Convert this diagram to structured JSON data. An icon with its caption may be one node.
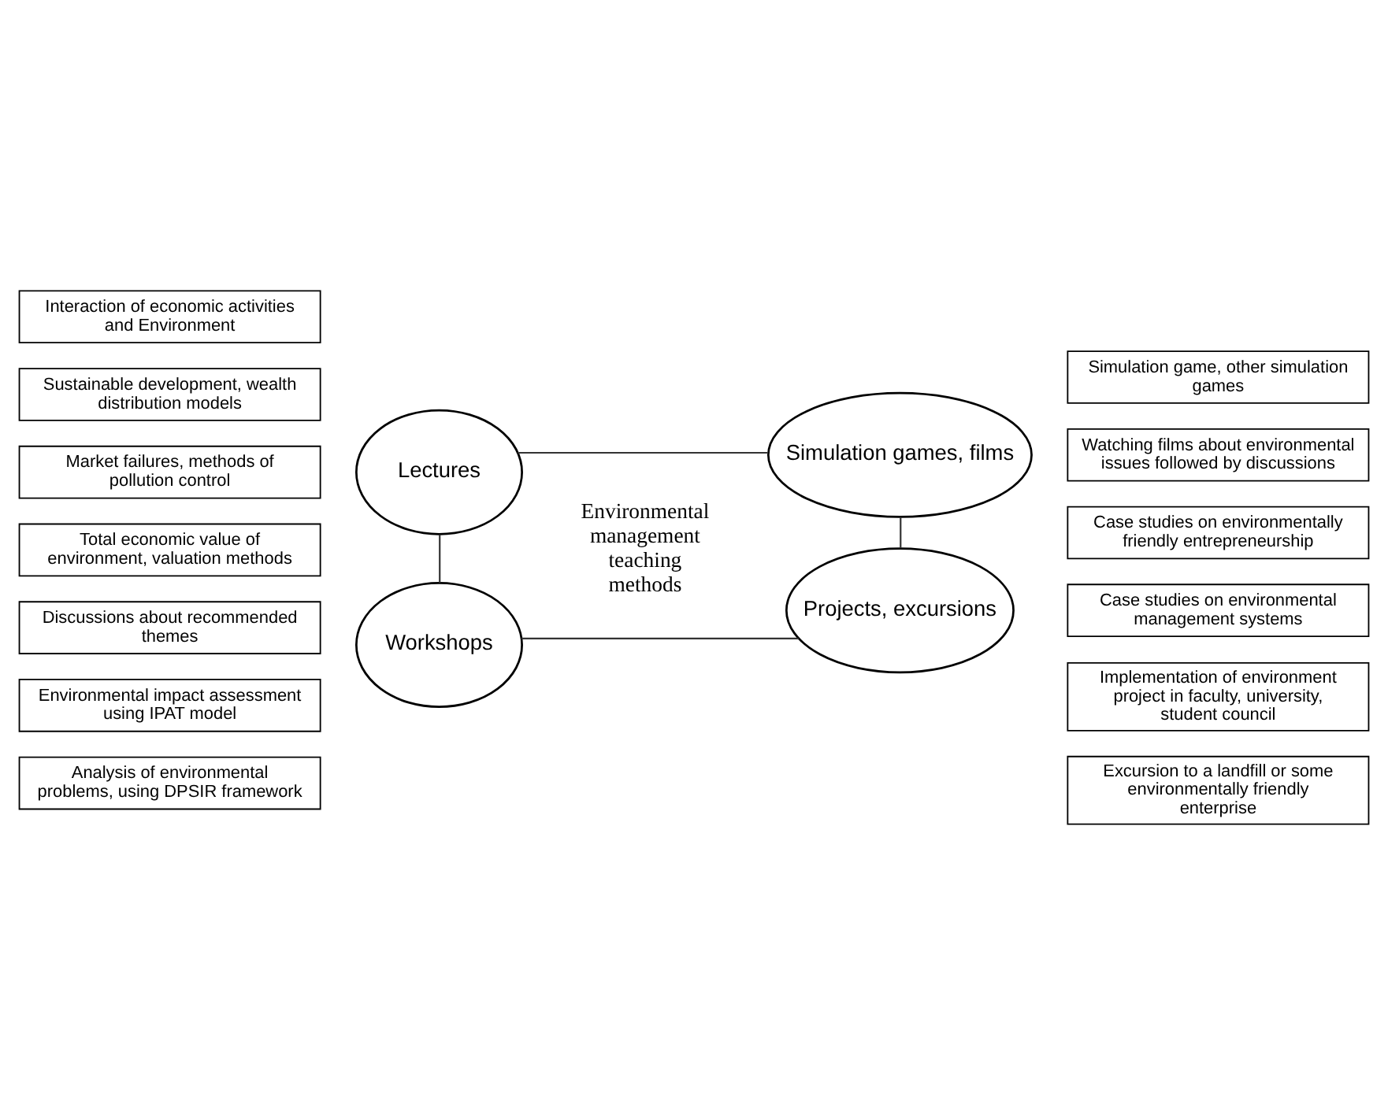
{
  "diagram": {
    "nodes": [
      {
        "text": [
          "Lectures"
        ]
      },
      {
        "text": [
          "Interaction of economic activities and Environment"
        ]
      },
      {
        "text": [
          "Sustainable development, wealth distribution models"
        ]
      },
      {
        "text": [
          "Market failures, methods of pollution control"
        ]
      },
      {
        "text": [
          "Total economic value of environment, valuation methods"
        ]
      },
      {
        "text": [
          "Simulation games, films"
        ]
      },
      {
        "text": [
          "Simulation game, other simulation games"
        ]
      },
      {
        "text": [
          "Watching films about environmental issues followed by discussions"
        ]
      },
      {
        "text": [
          "Workshops"
        ]
      },
      {
        "text": [
          "Discussions about recommended themes"
        ]
      },
      {
        "text": [
          "Environmental impact assessment using IPAT model"
        ]
      },
      {
        "text": [
          "Analysis of environmental problems, using DPSIR framework"
        ]
      },
      {
        "text": [
          "Projects, excursions"
        ]
      },
      {
        "text": [
          "Case studies on environmentally friendly entrepreneurship"
        ]
      },
      {
        "text": [
          "Case studies on environmental management systems"
        ]
      },
      {
        "text": [
          "Implementation of environment project in faculty, university, student council"
        ]
      },
      {
        "text": [
          "Excursion to a landfill or some environmentally friendly enterprise"
        ]
      }
    ],
    "edges": [
      {
        "from": 0,
        "to": 5,
        "arrow": "none"
      },
      {
        "from": 0,
        "to": 8,
        "arrow": "none"
      },
      {
        "from": 5,
        "to": 12,
        "arrow": "none"
      },
      {
        "from": 8,
        "to": 12,
        "arrow": "none"
      }
    ],
    "labels": [
      "Environmental management teaching methods"
    ]
  }
}
